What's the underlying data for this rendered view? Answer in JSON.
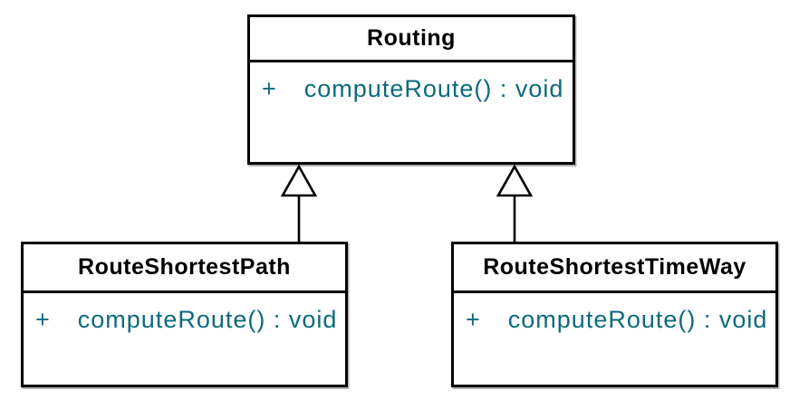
{
  "diagram": {
    "type": "uml-class-diagram",
    "colors": {
      "background": "#ffffff",
      "border": "#000000",
      "title_text": "#000000",
      "method_text": "#0c6b7c"
    },
    "classes": [
      {
        "name": "Routing",
        "methods": [
          {
            "visibility": "+",
            "signature": "computeRoute() : void"
          }
        ]
      },
      {
        "name": "RouteShortestPath",
        "methods": [
          {
            "visibility": "+",
            "signature": "computeRoute() : void"
          }
        ]
      },
      {
        "name": "RouteShortestTimeWay",
        "methods": [
          {
            "visibility": "+",
            "signature": "computeRoute() : void"
          }
        ]
      }
    ],
    "relations": [
      {
        "type": "generalization",
        "from": "RouteShortestPath",
        "to": "Routing"
      },
      {
        "type": "generalization",
        "from": "RouteShortestTimeWay",
        "to": "Routing"
      }
    ]
  }
}
